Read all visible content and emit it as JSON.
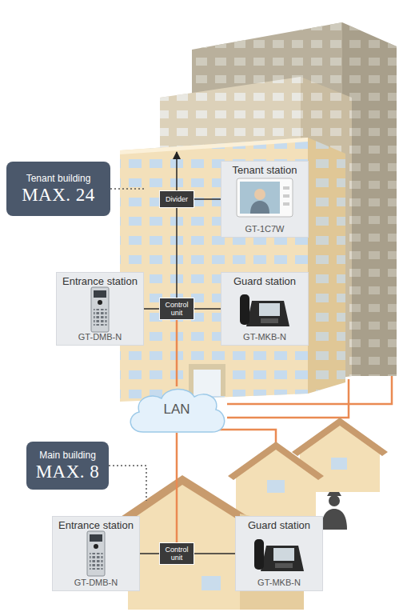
{
  "diagram": {
    "nodes": [
      {
        "text": [
          "Tenant building",
          "MAX. 24"
        ]
      },
      {
        "text": [
          "Tenant station",
          "GT-1C7W"
        ]
      },
      {
        "text": [
          "Divider"
        ]
      },
      {
        "text": [
          "Entrance station",
          "GT-DMB-N"
        ]
      },
      {
        "text": [
          "Control unit"
        ]
      },
      {
        "text": [
          "Guard station",
          "GT-MKB-N"
        ]
      },
      {
        "text": [
          "LAN"
        ]
      },
      {
        "text": [
          "Main building",
          "MAX. 8"
        ]
      },
      {
        "text": [
          "Entrance station",
          "GT-DMB-N"
        ]
      },
      {
        "text": [
          "Control unit"
        ]
      },
      {
        "text": [
          "Guard station",
          "GT-MKB-N"
        ]
      }
    ],
    "edges": [
      {
        "from": 4,
        "to": 2,
        "arrow": "none"
      },
      {
        "from": 2,
        "to": 1,
        "arrow": "none"
      },
      {
        "from": 3,
        "to": 4,
        "arrow": "none"
      },
      {
        "from": 4,
        "to": 5,
        "arrow": "none"
      },
      {
        "from": 4,
        "to": 6,
        "arrow": "none"
      },
      {
        "from": 6,
        "to": 9,
        "arrow": "none"
      },
      {
        "from": 8,
        "to": 9,
        "arrow": "none"
      },
      {
        "from": 9,
        "to": 10,
        "arrow": "none"
      }
    ]
  }
}
